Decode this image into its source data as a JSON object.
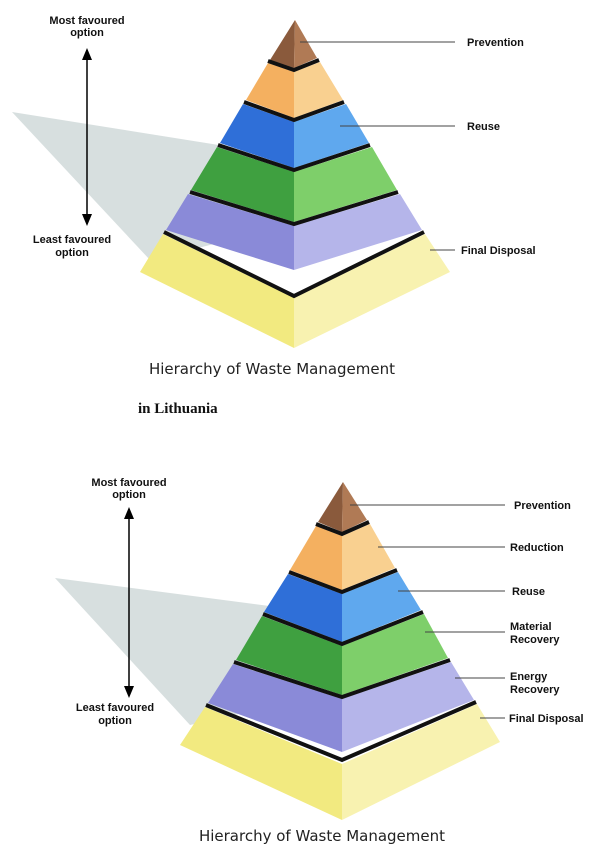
{
  "diagram_1": {
    "axis": {
      "top_label_line1": "Most favoured",
      "top_label_line2": "option",
      "bottom_label_line1": "Least favoured",
      "bottom_label_line2": "option"
    },
    "labels": {
      "prevention": "Prevention",
      "reuse": "Reuse",
      "final_disposal": "Final Disposal"
    },
    "caption": "Hierarchy of Waste Management",
    "subcaption": "in Lithuania"
  },
  "diagram_2": {
    "axis": {
      "top_label_line1": "Most favoured",
      "top_label_line2": "option",
      "bottom_label_line1": "Least favoured",
      "bottom_label_line2": "option"
    },
    "labels": {
      "prevention": "Prevention",
      "reduction": "Reduction",
      "reuse": "Reuse",
      "material_line1": "Material",
      "material_line2": "Recovery",
      "energy_line1": "Energy",
      "energy_line2": "Recovery",
      "final_disposal": "Final Disposal"
    },
    "caption": "Hierarchy of Waste Management"
  },
  "colors": {
    "brown": "#8a5a3c",
    "orange": "#f4b060",
    "blue": "#2f6fd8",
    "green": "#3fa040",
    "purple": "#8a8ad8",
    "yellow": "#f2ea80",
    "shadow": "#c9d4d4"
  }
}
